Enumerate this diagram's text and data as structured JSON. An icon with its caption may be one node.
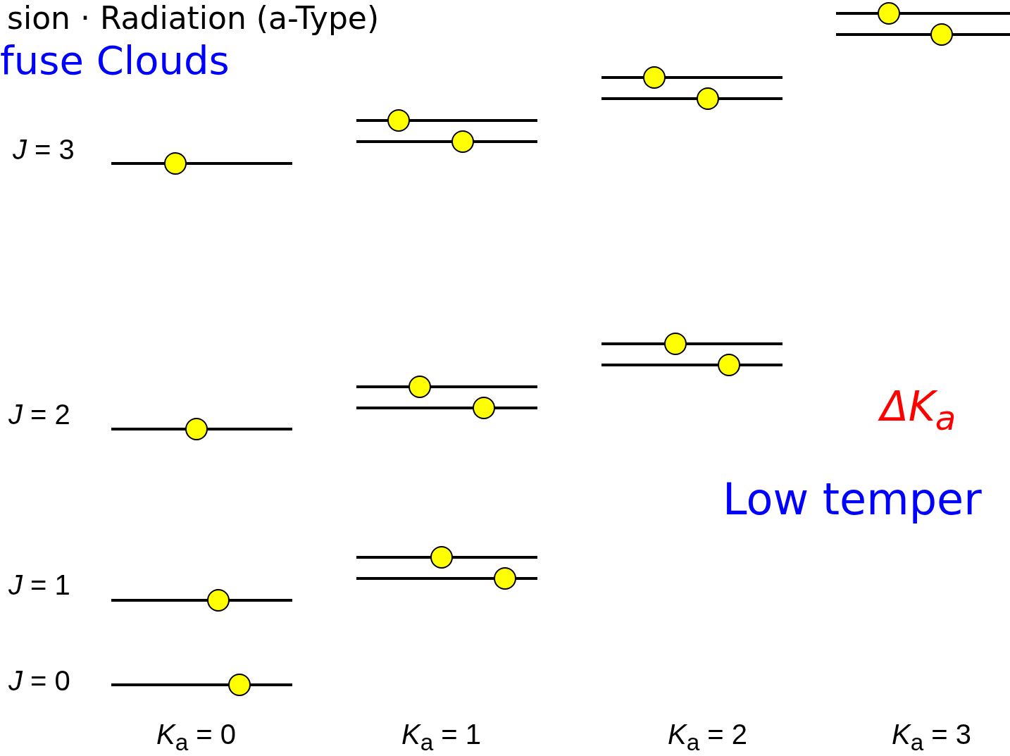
{
  "diagram": {
    "title": "sion · Radiation (a-Type)",
    "labels": [
      "fuse Clouds",
      "*J* = 3",
      "*J* = 2",
      "*J* = 1",
      "*J* = 0",
      "ΔK$_{a}$",
      "Low temper",
      "*K*$_{a}$ = 0",
      "*K*$_{a}$ = 1",
      "*K*$_{a}$ = 2",
      "*K*$_{a}$ = 3"
    ]
  }
}
